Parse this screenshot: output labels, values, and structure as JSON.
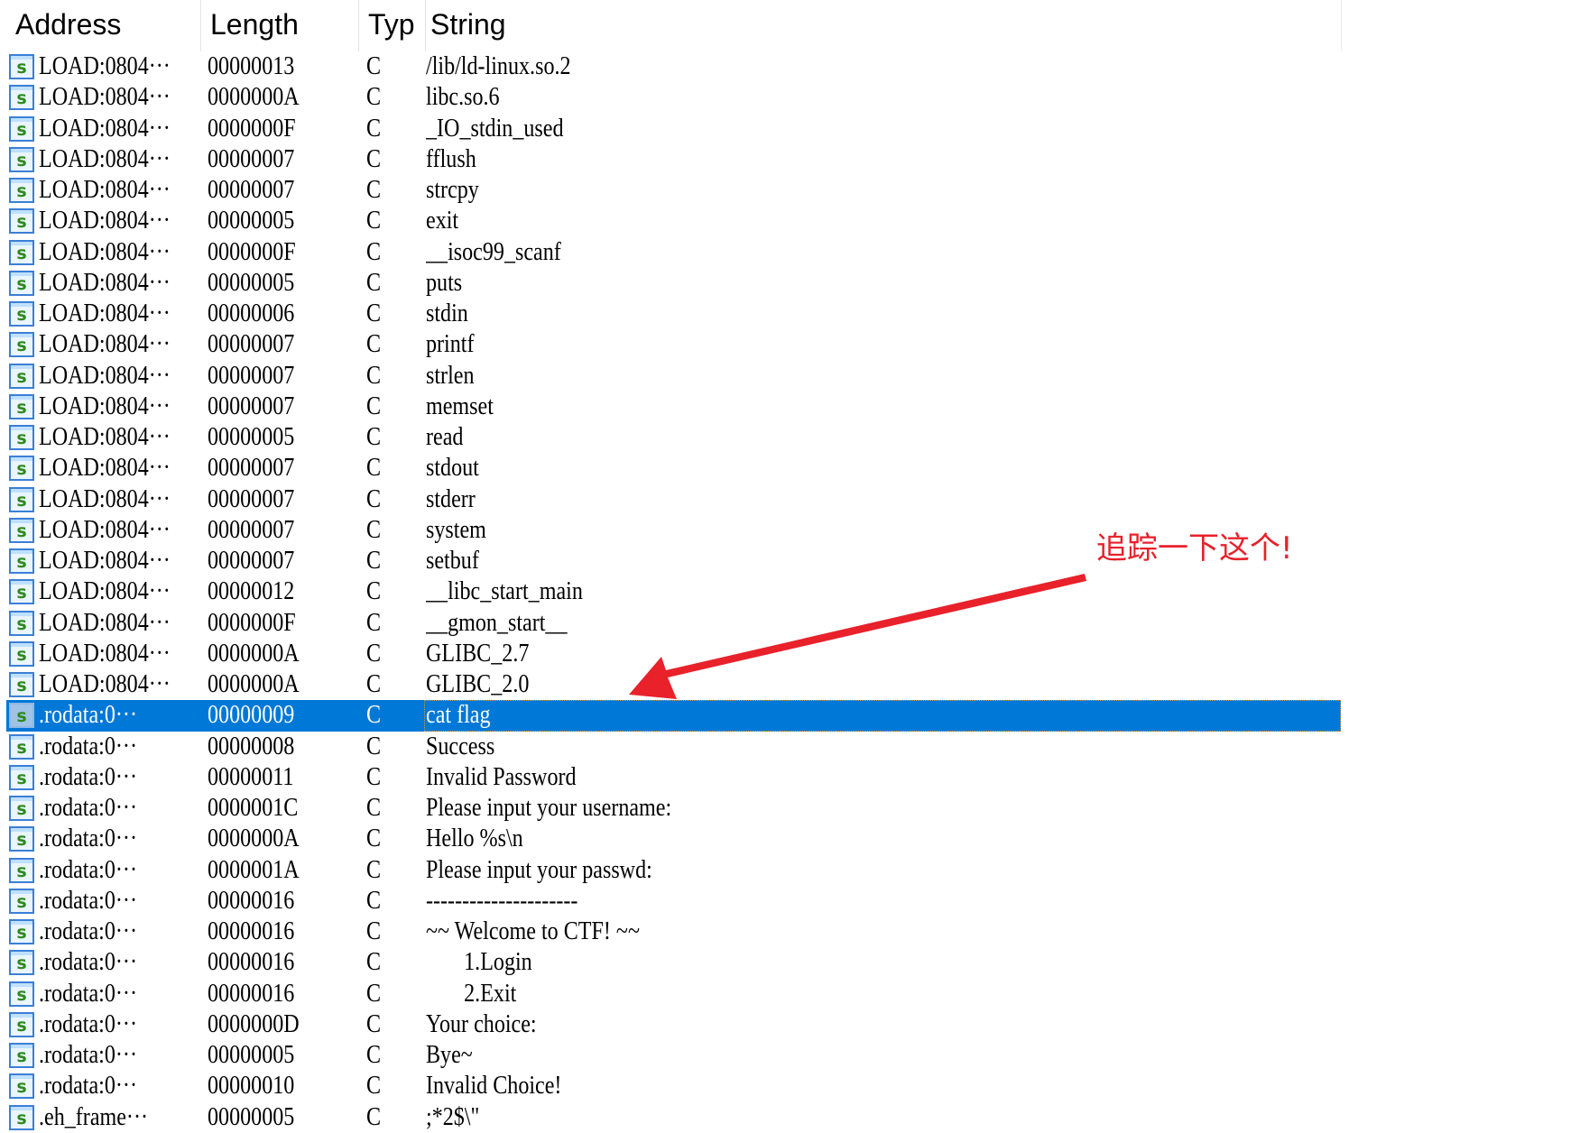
{
  "table": {
    "columns": [
      {
        "label": "Address"
      },
      {
        "label": "Length"
      },
      {
        "label": "Typ"
      },
      {
        "label": "String"
      }
    ],
    "icon": "string-s-icon",
    "icon_glyph": "s",
    "selected_index": 21,
    "rows": [
      {
        "address": "LOAD:0804···",
        "length": "00000013",
        "type": "C",
        "string": "/lib/ld-linux.so.2"
      },
      {
        "address": "LOAD:0804···",
        "length": "0000000A",
        "type": "C",
        "string": "libc.so.6"
      },
      {
        "address": "LOAD:0804···",
        "length": "0000000F",
        "type": "C",
        "string": "_IO_stdin_used"
      },
      {
        "address": "LOAD:0804···",
        "length": "00000007",
        "type": "C",
        "string": "fflush"
      },
      {
        "address": "LOAD:0804···",
        "length": "00000007",
        "type": "C",
        "string": "strcpy"
      },
      {
        "address": "LOAD:0804···",
        "length": "00000005",
        "type": "C",
        "string": "exit"
      },
      {
        "address": "LOAD:0804···",
        "length": "0000000F",
        "type": "C",
        "string": "__isoc99_scanf"
      },
      {
        "address": "LOAD:0804···",
        "length": "00000005",
        "type": "C",
        "string": "puts"
      },
      {
        "address": "LOAD:0804···",
        "length": "00000006",
        "type": "C",
        "string": "stdin"
      },
      {
        "address": "LOAD:0804···",
        "length": "00000007",
        "type": "C",
        "string": "printf"
      },
      {
        "address": "LOAD:0804···",
        "length": "00000007",
        "type": "C",
        "string": "strlen"
      },
      {
        "address": "LOAD:0804···",
        "length": "00000007",
        "type": "C",
        "string": "memset"
      },
      {
        "address": "LOAD:0804···",
        "length": "00000005",
        "type": "C",
        "string": "read"
      },
      {
        "address": "LOAD:0804···",
        "length": "00000007",
        "type": "C",
        "string": "stdout"
      },
      {
        "address": "LOAD:0804···",
        "length": "00000007",
        "type": "C",
        "string": "stderr"
      },
      {
        "address": "LOAD:0804···",
        "length": "00000007",
        "type": "C",
        "string": "system"
      },
      {
        "address": "LOAD:0804···",
        "length": "00000007",
        "type": "C",
        "string": "setbuf"
      },
      {
        "address": "LOAD:0804···",
        "length": "00000012",
        "type": "C",
        "string": "__libc_start_main"
      },
      {
        "address": "LOAD:0804···",
        "length": "0000000F",
        "type": "C",
        "string": "__gmon_start__"
      },
      {
        "address": "LOAD:0804···",
        "length": "0000000A",
        "type": "C",
        "string": "GLIBC_2.7"
      },
      {
        "address": "LOAD:0804···",
        "length": "0000000A",
        "type": "C",
        "string": "GLIBC_2.0"
      },
      {
        "address": ".rodata:0···",
        "length": "00000009",
        "type": "C",
        "string": "cat flag"
      },
      {
        "address": ".rodata:0···",
        "length": "00000008",
        "type": "C",
        "string": "Success"
      },
      {
        "address": ".rodata:0···",
        "length": "00000011",
        "type": "C",
        "string": "Invalid Password"
      },
      {
        "address": ".rodata:0···",
        "length": "0000001C",
        "type": "C",
        "string": "Please input your username:"
      },
      {
        "address": ".rodata:0···",
        "length": "0000000A",
        "type": "C",
        "string": "Hello %s\\n"
      },
      {
        "address": ".rodata:0···",
        "length": "0000001A",
        "type": "C",
        "string": "Please input your passwd:"
      },
      {
        "address": ".rodata:0···",
        "length": "00000016",
        "type": "C",
        "string": "---------------------"
      },
      {
        "address": ".rodata:0···",
        "length": "00000016",
        "type": "C",
        "string": "~~ Welcome to CTF! ~~"
      },
      {
        "address": ".rodata:0···",
        "length": "00000016",
        "type": "C",
        "string": "       1.Login       "
      },
      {
        "address": ".rodata:0···",
        "length": "00000016",
        "type": "C",
        "string": "       2.Exit        "
      },
      {
        "address": ".rodata:0···",
        "length": "0000000D",
        "type": "C",
        "string": "Your choice:"
      },
      {
        "address": ".rodata:0···",
        "length": "00000005",
        "type": "C",
        "string": "Bye~"
      },
      {
        "address": ".rodata:0···",
        "length": "00000010",
        "type": "C",
        "string": "Invalid Choice!"
      },
      {
        "address": ".eh_frame···",
        "length": "00000005",
        "type": "C",
        "string": ";*2$\\\""
      }
    ]
  },
  "annotation": {
    "text": "追踪一下这个!",
    "color": "#e8212b"
  },
  "colors": {
    "selection": "#0078d7",
    "focus_border": "#d89a3a",
    "icon_green": "#2d8a1c"
  }
}
